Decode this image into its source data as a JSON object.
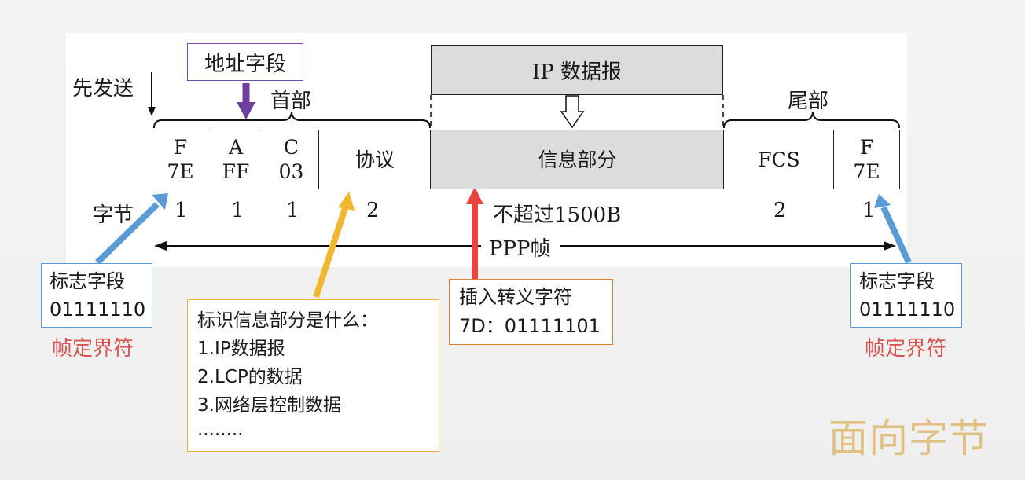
{
  "first_sent": "先发送",
  "address_field": "地址字段",
  "header_label": "首部",
  "trailer_label": "尾部",
  "ip_datagram": "IP 数据报",
  "fields": {
    "flag_start": [
      "F",
      "7E"
    ],
    "address": [
      "A",
      "FF"
    ],
    "control": [
      "C",
      "03"
    ],
    "protocol": "协议",
    "info": "信息部分",
    "fcs": "FCS",
    "flag_end": [
      "F",
      "7E"
    ]
  },
  "bytes_label": "字节",
  "byte_counts": {
    "flag_start": "1",
    "address": "1",
    "control": "1",
    "protocol": "2",
    "info": "不超过1500B",
    "fcs": "2",
    "flag_end": "1"
  },
  "frame_label": "PPP帧",
  "flag_note_left": {
    "title": "标志字段",
    "value": "01111110",
    "caption": "帧定界符"
  },
  "flag_note_right": {
    "title": "标志字段",
    "value": "01111110",
    "caption": "帧定界符"
  },
  "protocol_note": {
    "title": "标识信息部分是什么：",
    "items": [
      "1.IP数据报",
      "2.LCP的数据",
      "3.网络层控制数据",
      "........"
    ]
  },
  "escape_note": {
    "title": "插入转义字符",
    "value": "7D：01111101"
  },
  "watermark": "面向字节",
  "colors": {
    "blue_arrow": "#5b9bd5",
    "purple_arrow": "#6f3fa0",
    "yellow_arrow": "#f2b731",
    "red_arrow": "#e8453c",
    "flag_box_border": "#5b9bd5",
    "address_box_border": "#7a4ea3",
    "protocol_box_border": "#e9b33c",
    "escape_box_border": "#d9822b",
    "caption_red": "#d9534f",
    "watermark": "#e0c184"
  }
}
